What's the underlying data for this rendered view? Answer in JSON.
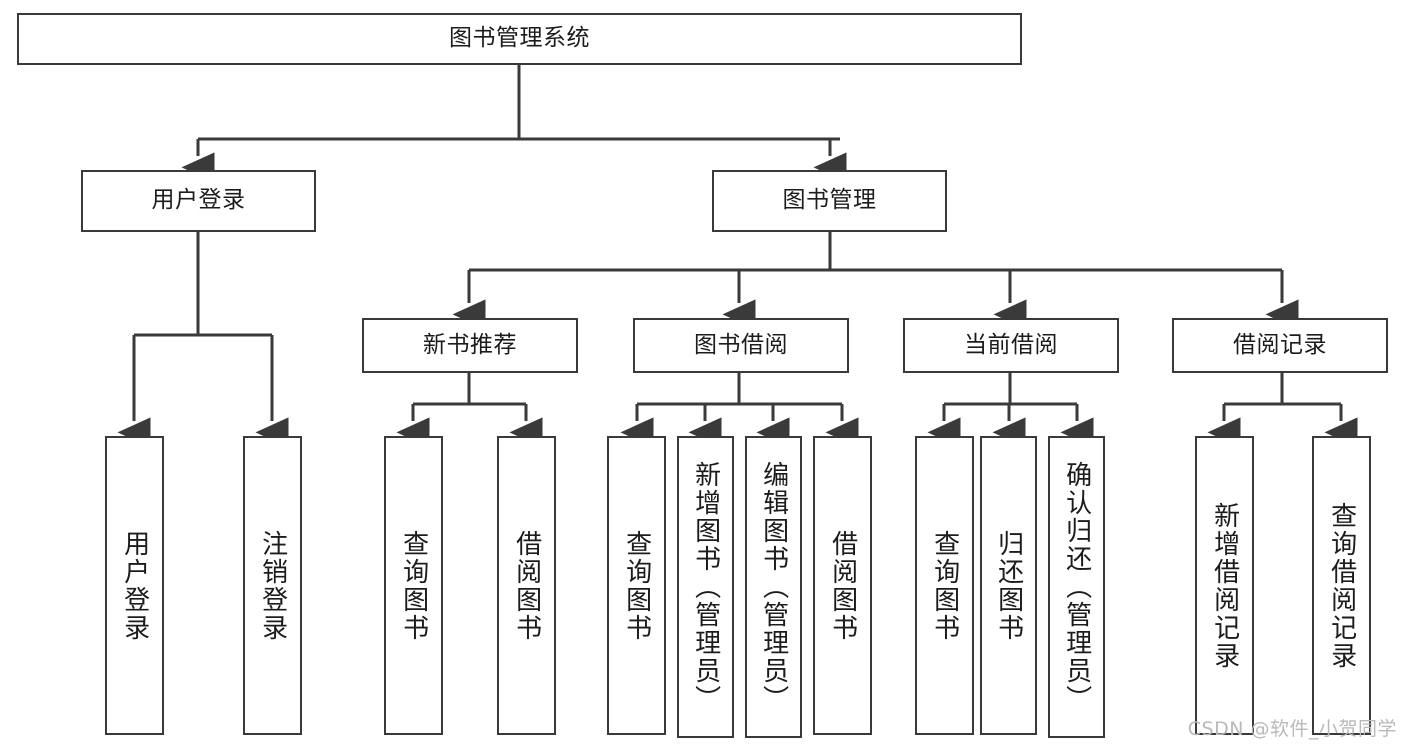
{
  "diagram": {
    "title": "图书管理系统",
    "watermark": "CSDN @软件_小贺同学",
    "line_color": "#3a3a3a",
    "text_color": "#1c1c1c",
    "background": "#ffffff",
    "root": {
      "label": "图书管理系统"
    },
    "level2": [
      {
        "label": "用户登录"
      },
      {
        "label": "图书管理"
      }
    ],
    "level3": [
      {
        "label": "新书推荐"
      },
      {
        "label": "图书借阅"
      },
      {
        "label": "当前借阅"
      },
      {
        "label": "借阅记录"
      }
    ],
    "leaves": {
      "user_login": [
        {
          "label": "用户登录"
        },
        {
          "label": "注销登录"
        }
      ],
      "new_book_recommend": [
        {
          "label": "查询图书"
        },
        {
          "label": "借阅图书"
        }
      ],
      "book_borrow": [
        {
          "label": "查询图书"
        },
        {
          "label": "新增图书（管理员）"
        },
        {
          "label": "编辑图书（管理员）"
        },
        {
          "label": "借阅图书"
        }
      ],
      "current_borrow": [
        {
          "label": "查询图书"
        },
        {
          "label": "归还图书"
        },
        {
          "label": "确认归还（管理员）"
        }
      ],
      "borrow_record": [
        {
          "label": "新增借阅记录"
        },
        {
          "label": "查询借阅记录"
        }
      ]
    }
  }
}
